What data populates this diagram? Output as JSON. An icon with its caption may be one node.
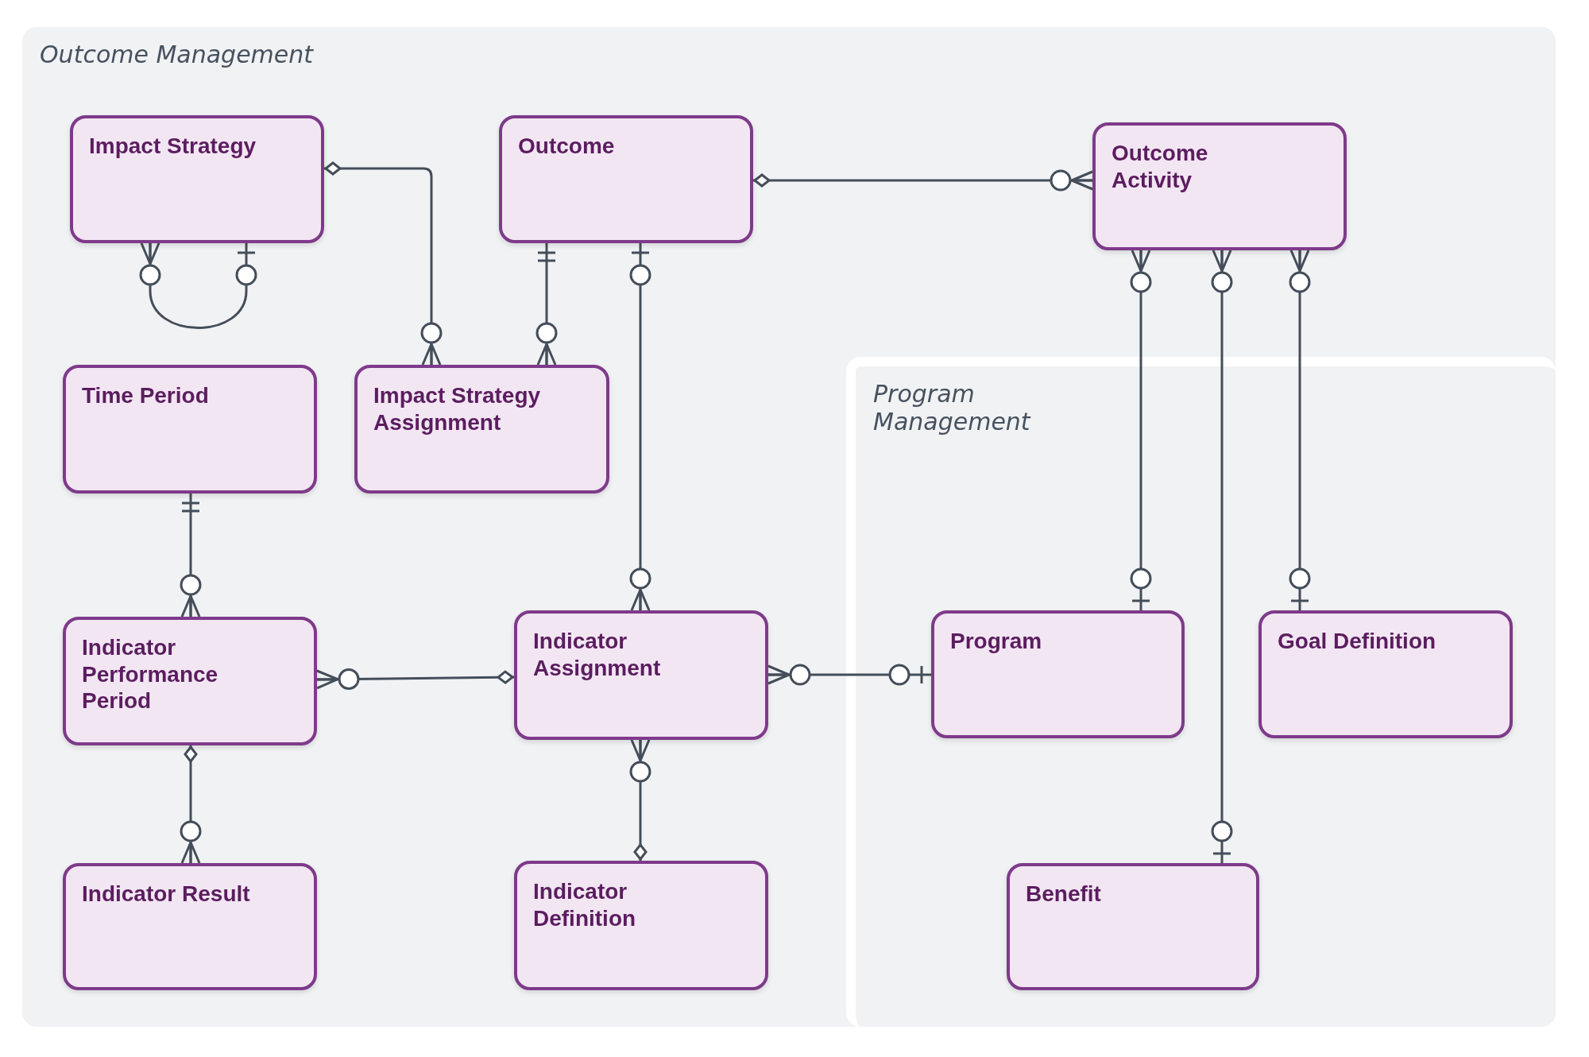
{
  "diagram": {
    "nodes": [
      {
        "text": [
          "Outcome Management"
        ]
      },
      {
        "text": [
          "Impact Strategy"
        ],
        "in": 0
      },
      {
        "text": [
          "Outcome"
        ],
        "in": 0
      },
      {
        "text": [
          "Outcome Activity"
        ],
        "in": 0
      },
      {
        "text": [
          "Time Period"
        ],
        "in": 0
      },
      {
        "text": [
          "Impact Strategy Assignment"
        ],
        "in": 0
      },
      {
        "text": [
          "Indicator Performance Period"
        ],
        "in": 0
      },
      {
        "text": [
          "Indicator Assignment"
        ],
        "in": 0
      },
      {
        "text": [
          "Indicator Result"
        ],
        "in": 0
      },
      {
        "text": [
          "Indicator Definition"
        ],
        "in": 0
      },
      {
        "text": [
          "Program Management"
        ],
        "in": 0
      },
      {
        "text": [
          "Program"
        ],
        "in": 10
      },
      {
        "text": [
          "Goal Definition"
        ],
        "in": 10
      },
      {
        "text": [
          "Benefit"
        ],
        "in": 10
      }
    ],
    "edges": [
      {
        "from": 1,
        "to": 1,
        "arrow": "other"
      },
      {
        "from": 1,
        "to": 5,
        "arrow": "other"
      },
      {
        "from": 2,
        "to": 5,
        "arrow": "other"
      },
      {
        "from": 2,
        "to": 7,
        "arrow": "other"
      },
      {
        "from": 2,
        "to": 3,
        "arrow": "other"
      },
      {
        "from": 3,
        "to": 11,
        "arrow": "other"
      },
      {
        "from": 3,
        "to": 13,
        "arrow": "other"
      },
      {
        "from": 3,
        "to": 12,
        "arrow": "other"
      },
      {
        "from": 4,
        "to": 6,
        "arrow": "other"
      },
      {
        "from": 6,
        "to": 7,
        "arrow": "other"
      },
      {
        "from": 6,
        "to": 8,
        "arrow": "other"
      },
      {
        "from": 7,
        "to": 11,
        "arrow": "other"
      },
      {
        "from": 7,
        "to": 9,
        "arrow": "other"
      }
    ]
  }
}
